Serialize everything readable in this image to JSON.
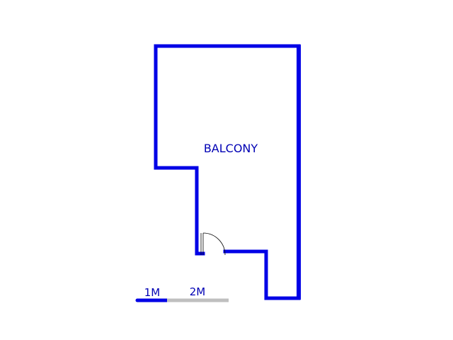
{
  "plan": {
    "room_label": "BALCONY",
    "wall_color": "#0000e6",
    "door_color": "#000000"
  },
  "scale_bar": {
    "label_1": "1M",
    "label_2": "2M",
    "first_segment_color": "#0000e6",
    "second_segment_color": "#bfbfbf",
    "text_color": "#0000b4"
  }
}
